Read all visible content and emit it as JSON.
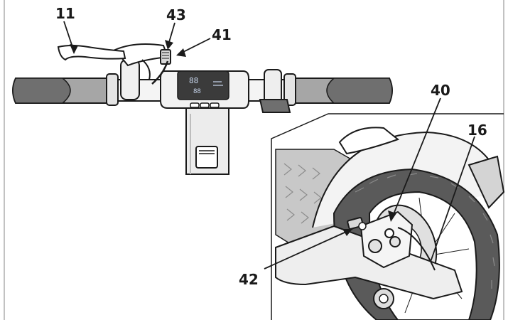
{
  "callouts": {
    "c11": "11",
    "c43": "43",
    "c41": "41",
    "c40": "40",
    "c16": "16",
    "c42": "42"
  },
  "display": {
    "line1": "88",
    "line2": "88"
  },
  "colors": {
    "line": "#1a1a1a",
    "frame": "#9a9a9a",
    "grip_dark": "#6f6f6f",
    "grip_mid": "#a6a6a6",
    "metal_light": "#e4e4e4",
    "lcd": "#3b3b3b",
    "tire": "#5a5a5a",
    "deck": "#c8c8c8"
  }
}
